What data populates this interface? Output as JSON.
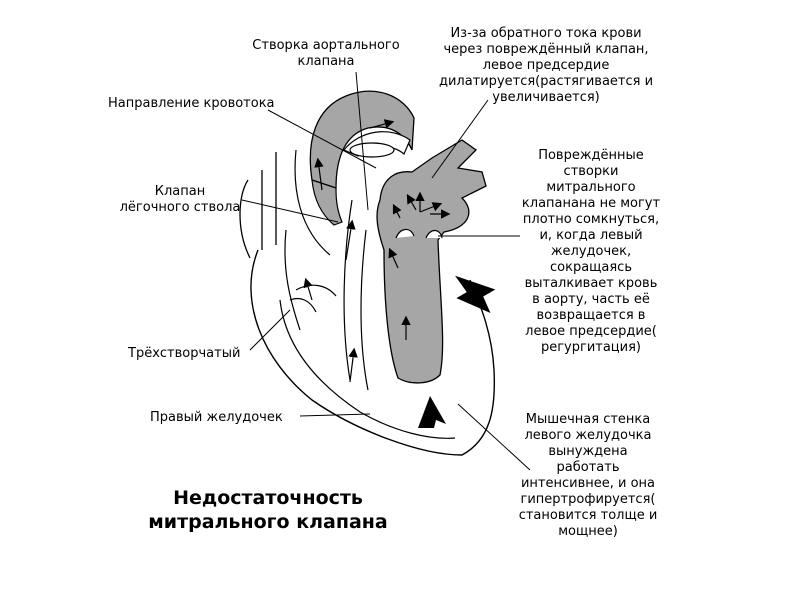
{
  "labels": {
    "aortic_leaflet": "Створка  аортального\nклапана",
    "backflow": "Из-за обратного тока крови\nчерез повреждённый клапан,\nлевое предсердие\nдилатируется(растягивается и\nувеличивается)",
    "flow_direction": "Направление кровотока",
    "pulmonary_valve": "Клапан\nлёгочного ствола",
    "mitral_damaged": "Повреждённые\nстворки\nмитрального\nклапанана не могут\nплотно сомкнуться,\nи, когда левый\nжелудочек,\nсокращаясь\nвыталкивает кровь\nв аорту, часть её\nвозвращается в\nлевое предсердие(\nрегургитация)",
    "tricuspid": "Трёхстворчатый",
    "right_ventricle": "Правый желудочек",
    "muscle_wall": "Мышечная стенка\nлевого желудочка\nвынуждена\nработать\nинтенсивнее, и она\nгипертрофируется(\nстановится толще и\nмощнее)"
  },
  "title": "Недостаточность\nмитрального клапана",
  "colors": {
    "chamber_fill": "#a6a6a6",
    "line": "#000000",
    "background": "#ffffff"
  }
}
